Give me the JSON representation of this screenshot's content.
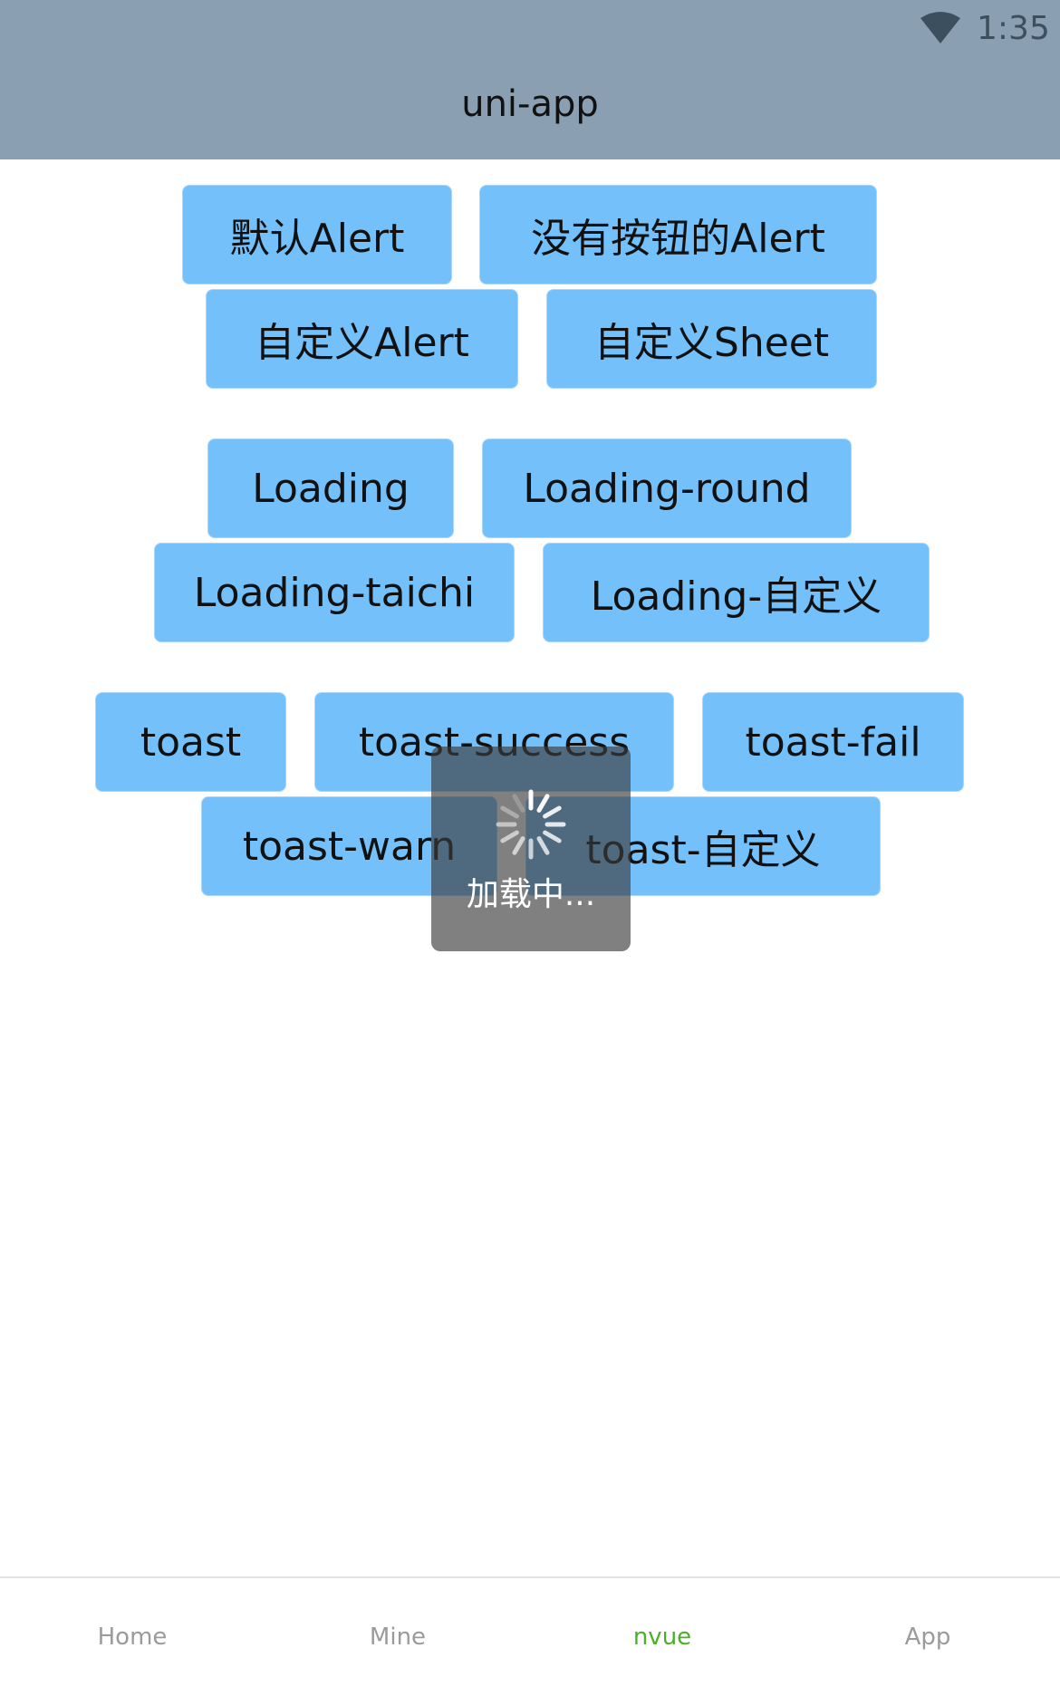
{
  "status_bar": {
    "time": "1:35",
    "wifi_icon": "wifi-icon"
  },
  "nav": {
    "title": "uni-app"
  },
  "buttons": {
    "alert_default": "默认Alert",
    "alert_no_button": "没有按钮的Alert",
    "alert_custom": "自定义Alert",
    "sheet_custom": "自定义Sheet",
    "loading": "Loading",
    "loading_round": "Loading-round",
    "loading_taichi": "Loading-taichi",
    "loading_custom": "Loading-自定义",
    "toast": "toast",
    "toast_success": "toast-success",
    "toast_fail": "toast-fail",
    "toast_warn": "toast-warn",
    "toast_custom": "toast-自定义"
  },
  "loading_overlay": {
    "text": "加载中...",
    "icon": "spinner-icon"
  },
  "tabs": [
    {
      "label": "Home",
      "active": false
    },
    {
      "label": "Mine",
      "active": false
    },
    {
      "label": "nvue",
      "active": true
    },
    {
      "label": "App",
      "active": false
    }
  ],
  "colors": {
    "header_bg": "#8a9fb2",
    "button_bg": "#74c0fb",
    "active_tab": "#4caf28"
  }
}
